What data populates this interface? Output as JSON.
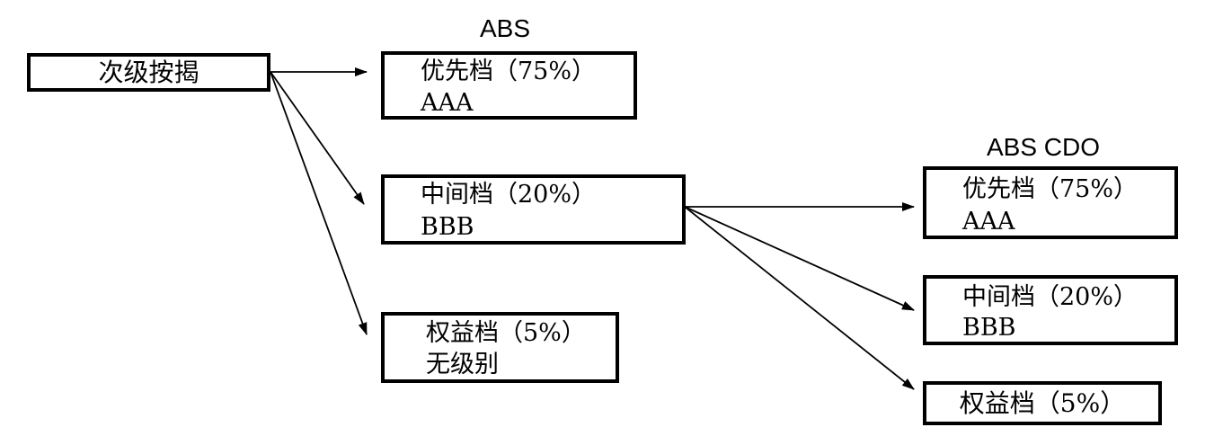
{
  "source": {
    "label": "次级按揭"
  },
  "abs": {
    "title": "ABS",
    "tranches": [
      {
        "line1": "优先档（75%）",
        "line2": "AAA"
      },
      {
        "line1": "中间档（20%）",
        "line2": "BBB"
      },
      {
        "line1": "权益档（5%）",
        "line2": "无级别"
      }
    ]
  },
  "abs_cdo": {
    "title": "ABS CDO",
    "tranches": [
      {
        "line1": "优先档（75%）",
        "line2": "AAA"
      },
      {
        "line1": "中间档（20%）",
        "line2": "BBB"
      },
      {
        "line1": "权益档（5%）"
      }
    ]
  }
}
